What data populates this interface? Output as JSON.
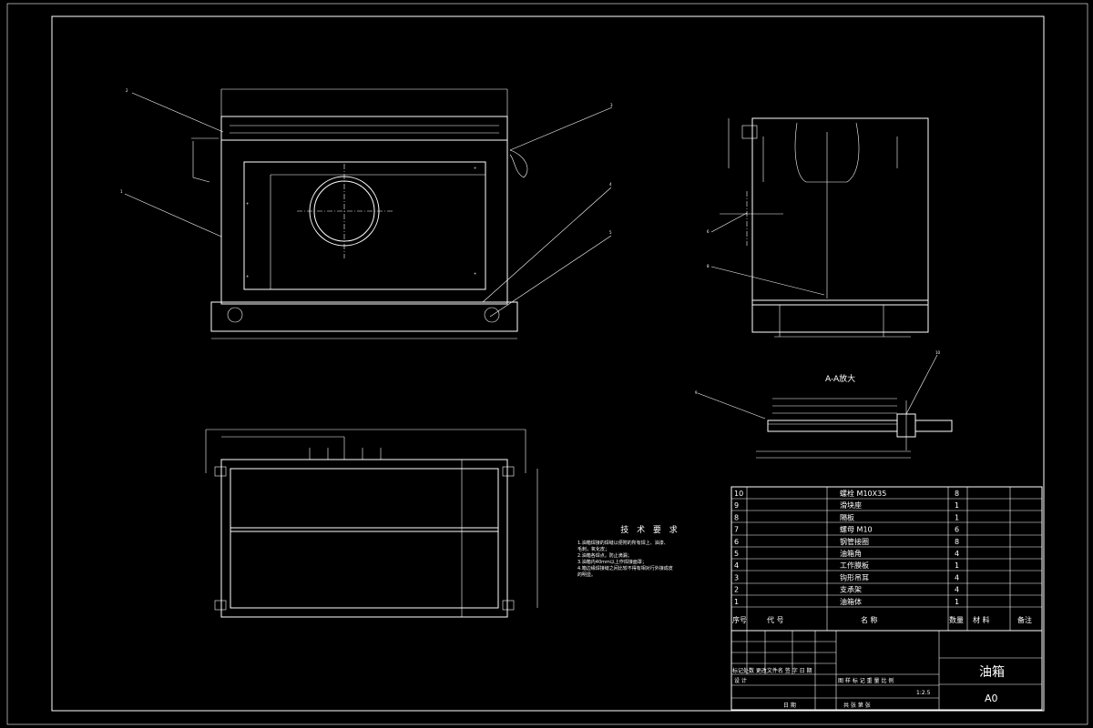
{
  "technical_requirements": {
    "heading": "技 术 要 求",
    "notes": [
      "1.油箱焊接的焊缝以便附的所有焊上、油漆、",
      "毛刺，氧化皮；",
      "2.油箱各焊点，防止滴漏；",
      "3.油箱内40mm以上作焊接面罩；",
      "4.箱边缘焊接缝之间比较不得有相对行外接成皮",
      "的明显。"
    ]
  },
  "section_label": "A-A放大",
  "balloons": [
    "1",
    "2",
    "3",
    "4",
    "5",
    "6",
    "8",
    "9",
    "10"
  ],
  "parts_list": {
    "rows": [
      {
        "no": "10",
        "name": "螺栓 M10X35",
        "qty": "8"
      },
      {
        "no": "9",
        "name": "滑块座",
        "qty": "1"
      },
      {
        "no": "8",
        "name": "隔板",
        "qty": "1"
      },
      {
        "no": "7",
        "name": "螺母 M10",
        "qty": "6"
      },
      {
        "no": "6",
        "name": "钢管接圈",
        "qty": "8"
      },
      {
        "no": "5",
        "name": "油箱角",
        "qty": "4"
      },
      {
        "no": "4",
        "name": "工作膜板",
        "qty": "1"
      },
      {
        "no": "3",
        "name": "钩形吊耳",
        "qty": "4"
      },
      {
        "no": "2",
        "name": "支承架",
        "qty": "4"
      },
      {
        "no": "1",
        "name": "油箱体",
        "qty": "1"
      }
    ],
    "header": {
      "no": "序号",
      "code": "代    号",
      "name": "名          称",
      "qty": "数量",
      "material": "材  料",
      "remark": "备注"
    }
  },
  "title_block": {
    "drawing_name": "油箱",
    "drawing_no": "A0",
    "revision_headers": "标记处数 更改文件名 签 字 日 期",
    "design": "设 计",
    "date": "日 期",
    "stage_headers": "图 样 标 记  重 量  比 例",
    "scale": "1:2.5",
    "sheets": "共  张   第  张"
  }
}
